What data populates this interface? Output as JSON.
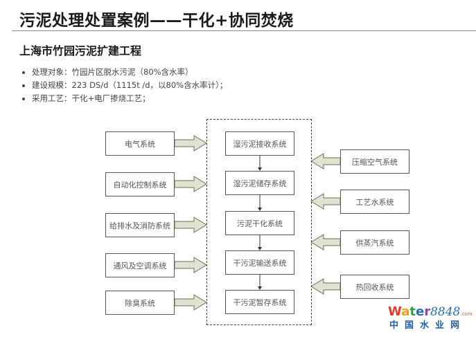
{
  "header": {
    "title": "污泥处理处置案例——干化+协同焚烧",
    "subtitle": "上海市竹园污泥扩建工程"
  },
  "bullets": [
    "处理对象：竹园片区脱水污泥（80%含水率）",
    "建设规模：223 DS/d（1115t /d，以80%含水率计）；",
    "采用工艺：干化+电厂掺烧工艺；"
  ],
  "diagram": {
    "left_systems": [
      "电气系统",
      "自动化控制系统",
      "给排水及消防系统",
      "通风及空调系统",
      "除臭系统"
    ],
    "center_chain": [
      "湿污泥接收系统",
      "湿污泥储存系统",
      "污泥干化系统",
      "干污泥输送系统",
      "干污泥暂存系统"
    ],
    "right_systems": [
      "压缩空气系统",
      "工艺水系统",
      "供蒸汽系统",
      "热回收系统"
    ],
    "arrow_fill": "#dfe3cf",
    "arrow_stroke": "#6b6f5a"
  },
  "watermark": {
    "brand_letters": [
      "W",
      "a",
      "t",
      "e",
      "r"
    ],
    "brand_colors": [
      "#e8392b",
      "#f39c12",
      "#2e9f44",
      "#2a6fb3",
      "#8e44ad"
    ],
    "number": "8848",
    "domain": ".com",
    "chinese": "中国水业网"
  }
}
